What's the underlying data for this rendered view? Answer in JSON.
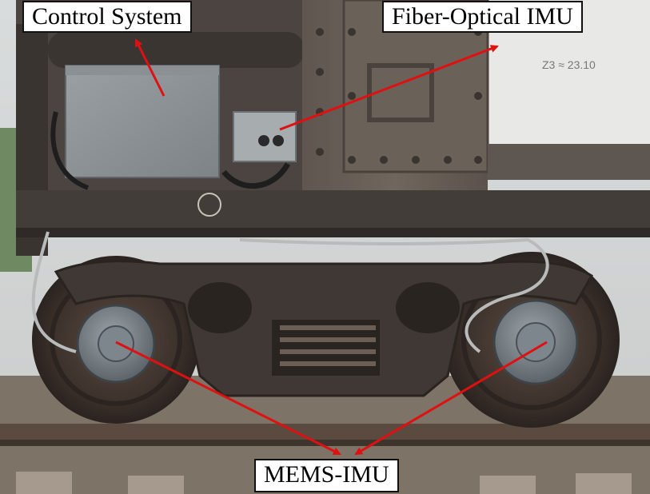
{
  "labels": {
    "control_system": "Control System",
    "fiber_optical_imu": "Fiber-Optical IMU",
    "mems_imu": "MEMS-IMU"
  },
  "container_marking": "Z3 ≈ 23.10",
  "colors": {
    "arrow": "#e01010",
    "label_border": "#111111",
    "label_background": "#ffffff"
  }
}
